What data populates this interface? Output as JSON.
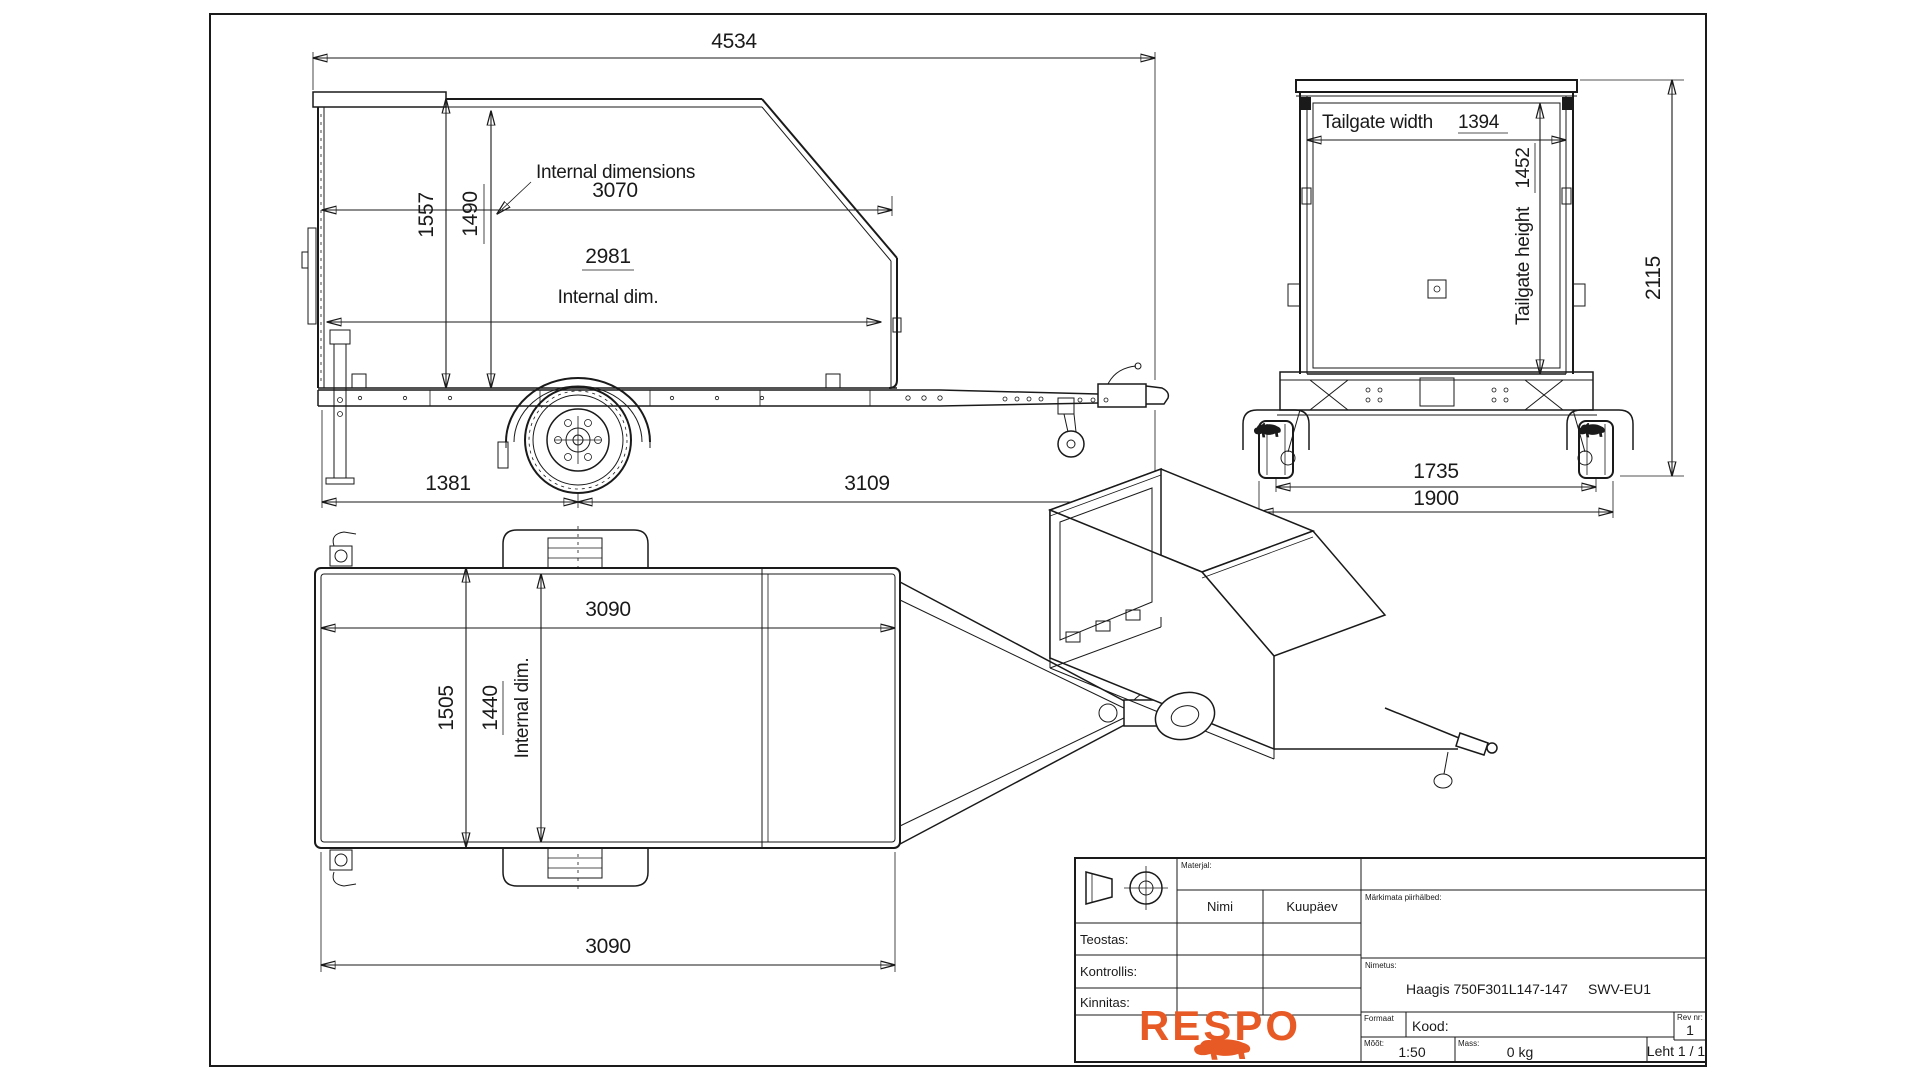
{
  "colors": {
    "line": "#1a1a1a",
    "accent": "#e85a25",
    "background": "#ffffff"
  },
  "dims": {
    "side": {
      "total_length": "4534",
      "height_overall": "1557",
      "height_internal": "1490",
      "note_internal": "Internal dimensions",
      "length_top_internal": "3070",
      "length_internal": "2981",
      "label_internal": "Internal dim.",
      "rear_to_axle": "1381",
      "axle_to_coupling": "3109"
    },
    "front": {
      "tailgate_width_label": "Tailgate width",
      "tailgate_width": "1394",
      "tailgate_height_label": "Tailgate height",
      "tailgate_height": "1452",
      "height_overall": "2115",
      "track_width": "1735",
      "width_overall": "1900"
    },
    "top": {
      "length_internal_top": "3090",
      "width_overall": "1505",
      "width_internal": "1440",
      "label_internal": "Internal dim.",
      "length_internal_bottom": "3090"
    }
  },
  "title_block": {
    "material_label": "Materjal:",
    "name_col_label": "Nimi",
    "date_col_label": "Kuupäev",
    "tolerances_label": "Märkimata piirhälbed:",
    "performed_label": "Teostas:",
    "checked_label": "Kontrollis:",
    "approved_label": "Kinnitas:",
    "title_label": "Nimetus:",
    "product_name": "Haagis 750F301L147-147",
    "product_variant": "SWV-EU1",
    "format_label": "Formaat",
    "code_label": "Kood:",
    "rev_label": "Rev nr:",
    "rev_value": "1",
    "scale_label": "Mõõt:",
    "scale_value": "1:50",
    "mass_label": "Mass:",
    "mass_value": "0 kg",
    "sheet_label": "Leht 1 / 1",
    "brand": "RESPO"
  }
}
